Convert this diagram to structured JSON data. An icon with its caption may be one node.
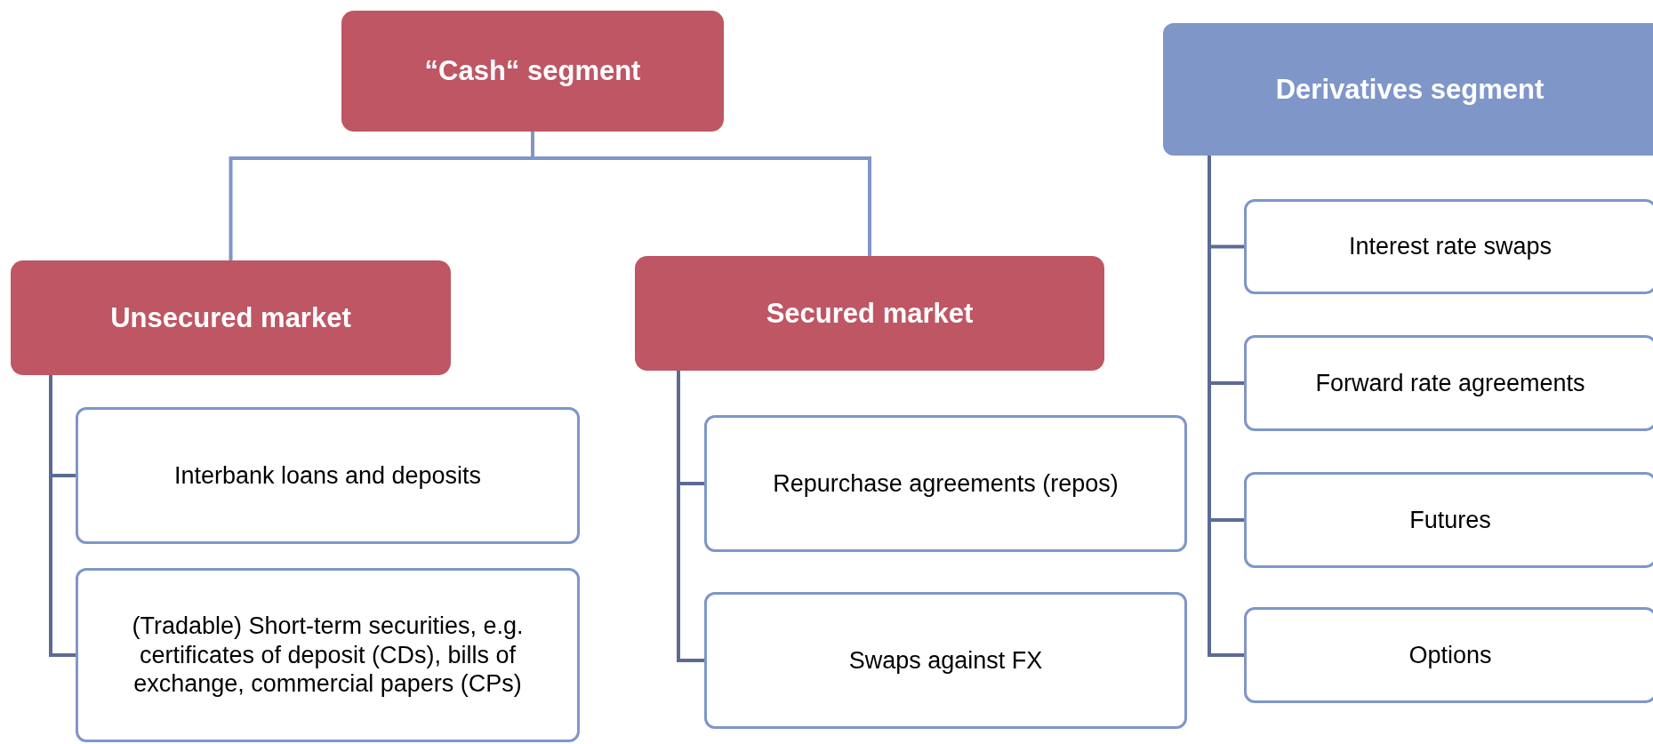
{
  "diagram": {
    "nodes": [
      {
        "text": [
          "“Cash“ segment"
        ]
      },
      {
        "text": [
          "Derivatives segment"
        ]
      },
      {
        "text": [
          "Unsecured market"
        ]
      },
      {
        "text": [
          "Secured market"
        ]
      },
      {
        "text": [
          "Interbank loans and deposits"
        ]
      },
      {
        "text": [
          "(Tradable) Short-term securities, e.g. certificates of deposit (CDs), bills of exchange, commercial papers (CPs)"
        ]
      },
      {
        "text": [
          "Repurchase agreements (repos)"
        ]
      },
      {
        "text": [
          "Swaps against FX"
        ]
      },
      {
        "text": [
          "Interest rate swaps"
        ]
      },
      {
        "text": [
          "Forward rate agreements"
        ]
      },
      {
        "text": [
          "Futures"
        ]
      },
      {
        "text": [
          "Options"
        ]
      }
    ],
    "edges": [
      {
        "from": 0,
        "to": 2,
        "arrow": "none",
        "color": "#7f96c8"
      },
      {
        "from": 0,
        "to": 3,
        "arrow": "none",
        "color": "#7f96c8"
      },
      {
        "from": 2,
        "to": 4,
        "arrow": "none"
      },
      {
        "from": 2,
        "to": 5,
        "arrow": "none"
      },
      {
        "from": 3,
        "to": 6,
        "arrow": "none"
      },
      {
        "from": 3,
        "to": 7,
        "arrow": "none"
      },
      {
        "from": 1,
        "to": 8,
        "arrow": "none"
      },
      {
        "from": 1,
        "to": 9,
        "arrow": "none"
      },
      {
        "from": 1,
        "to": 10,
        "arrow": "none"
      },
      {
        "from": 1,
        "to": 11,
        "arrow": "none"
      }
    ]
  }
}
